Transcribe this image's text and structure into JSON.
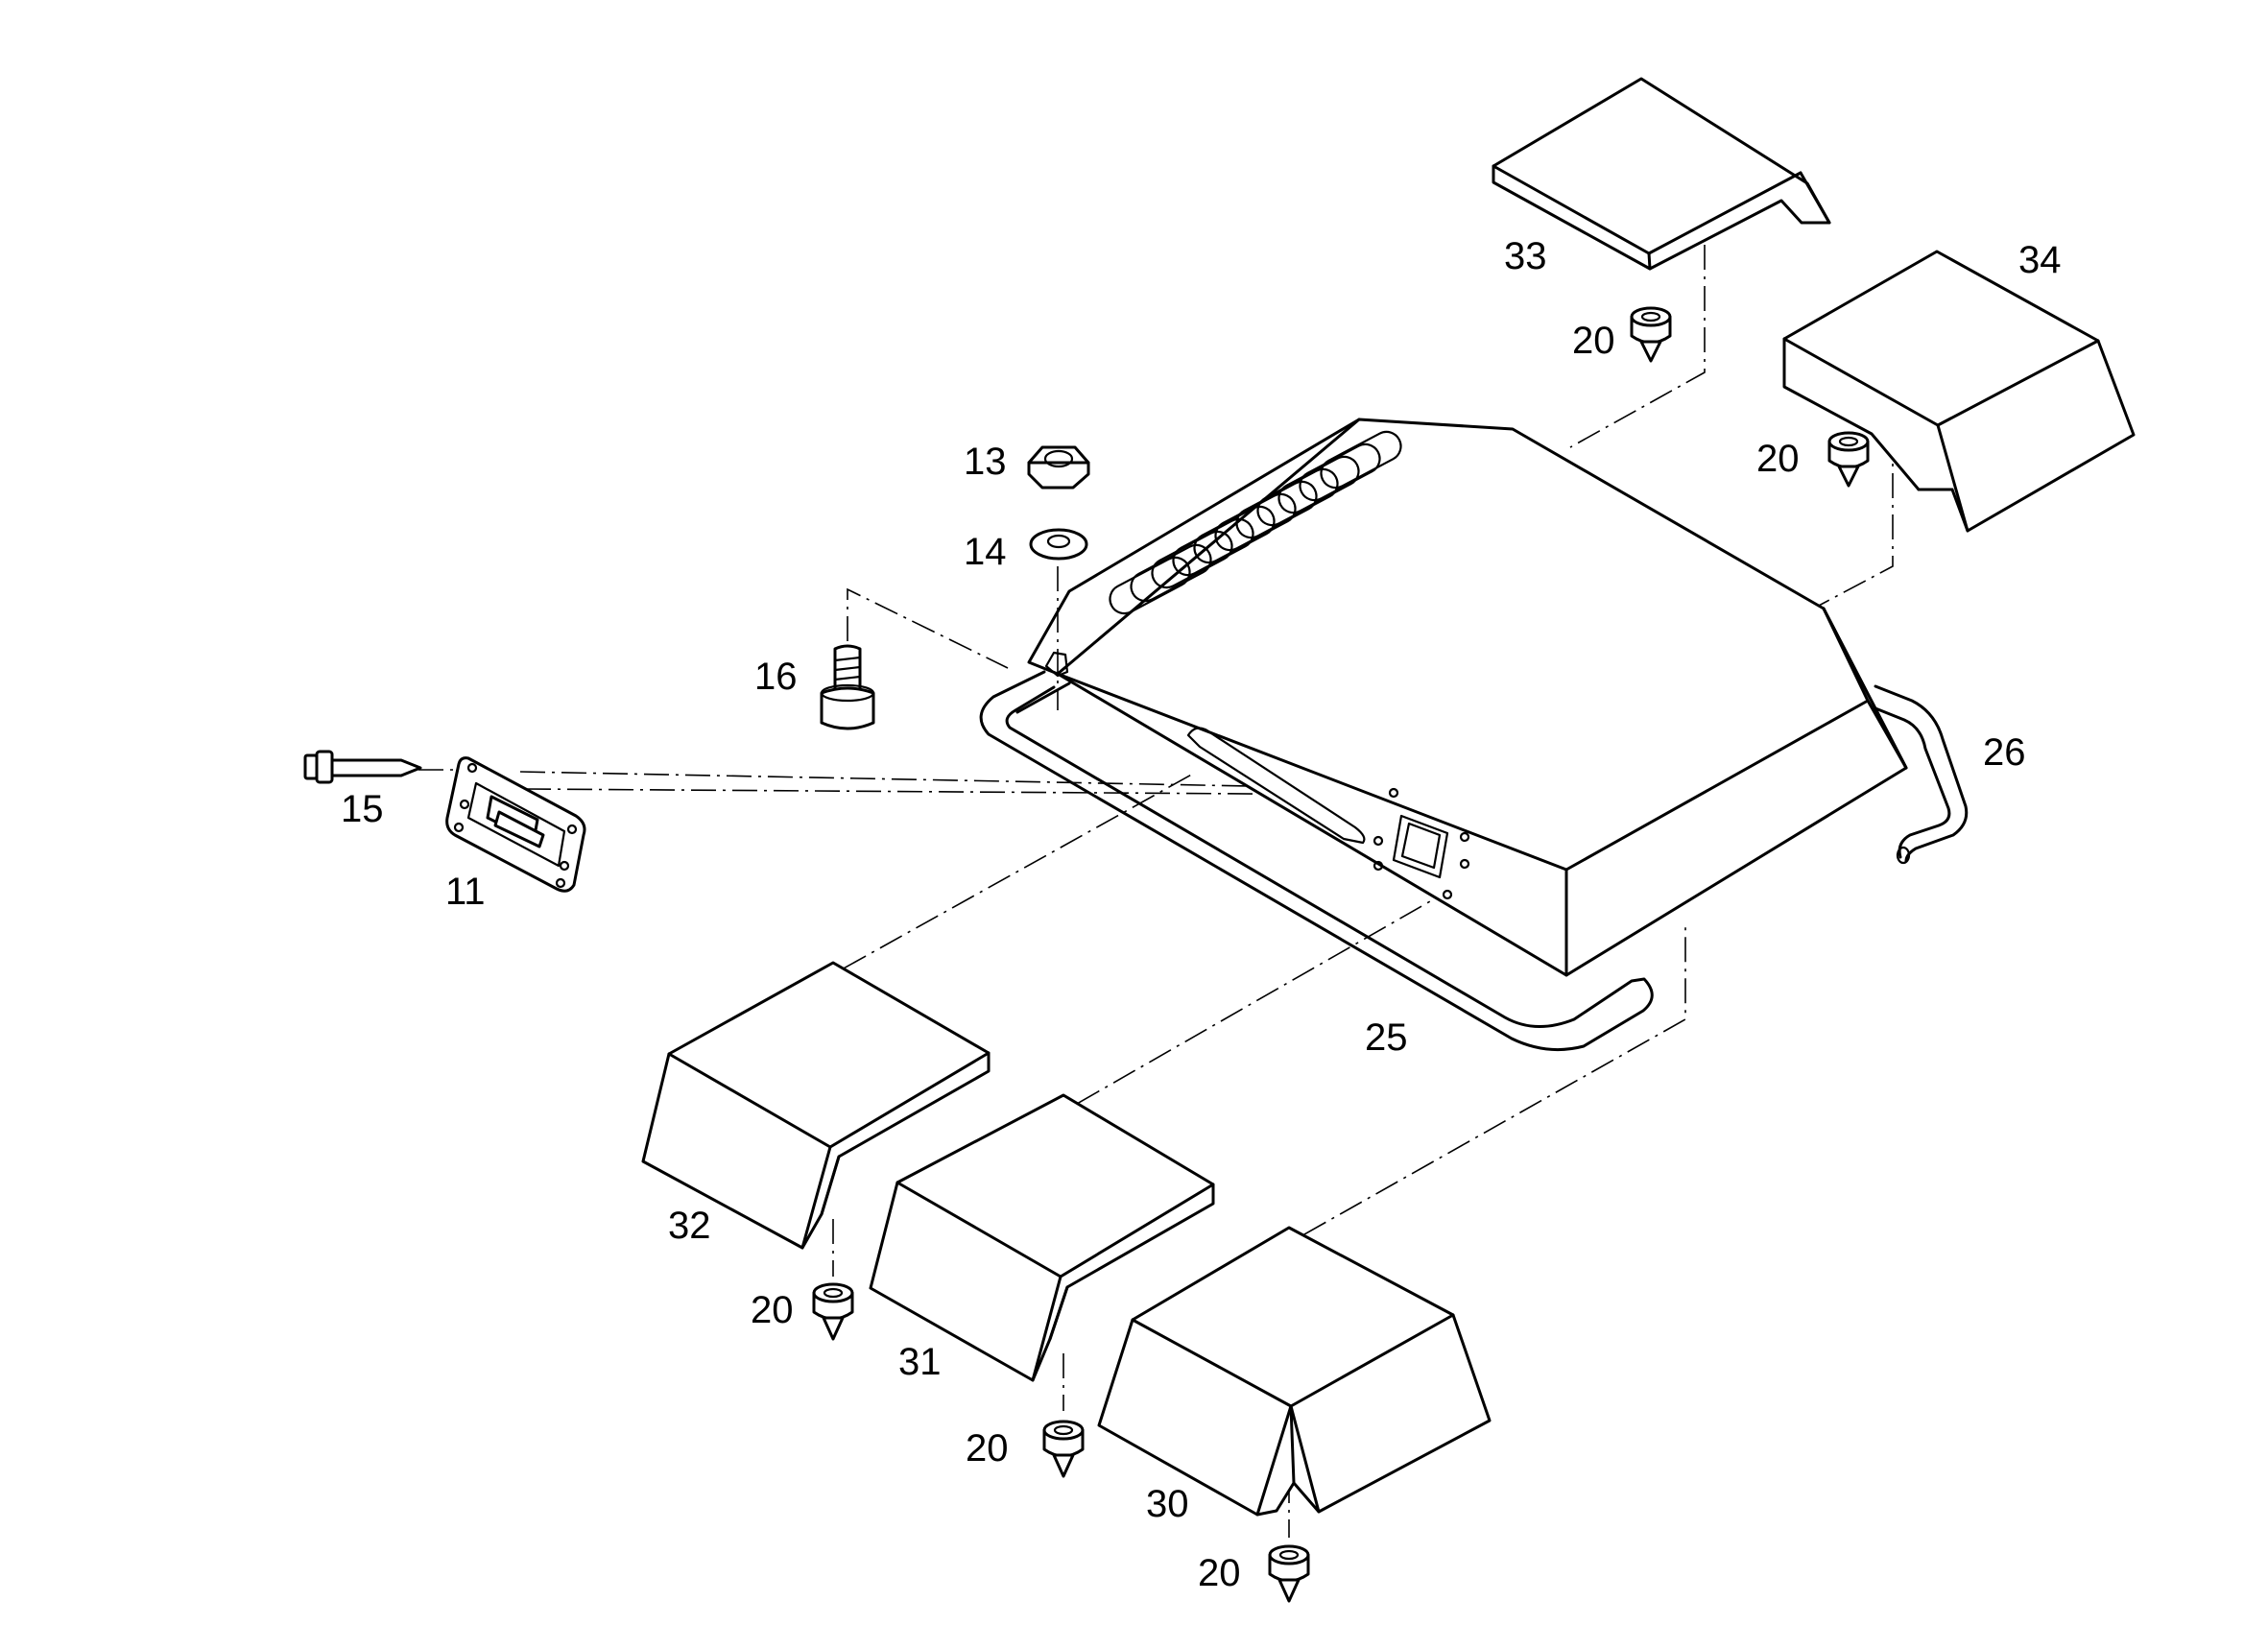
{
  "labels": {
    "p11": "11",
    "p13": "13",
    "p14": "14",
    "p15": "15",
    "p16": "16",
    "p20": "20",
    "p25": "25",
    "p26": "26",
    "p30": "30",
    "p31": "31",
    "p32": "32",
    "p33": "33",
    "p34": "34"
  }
}
